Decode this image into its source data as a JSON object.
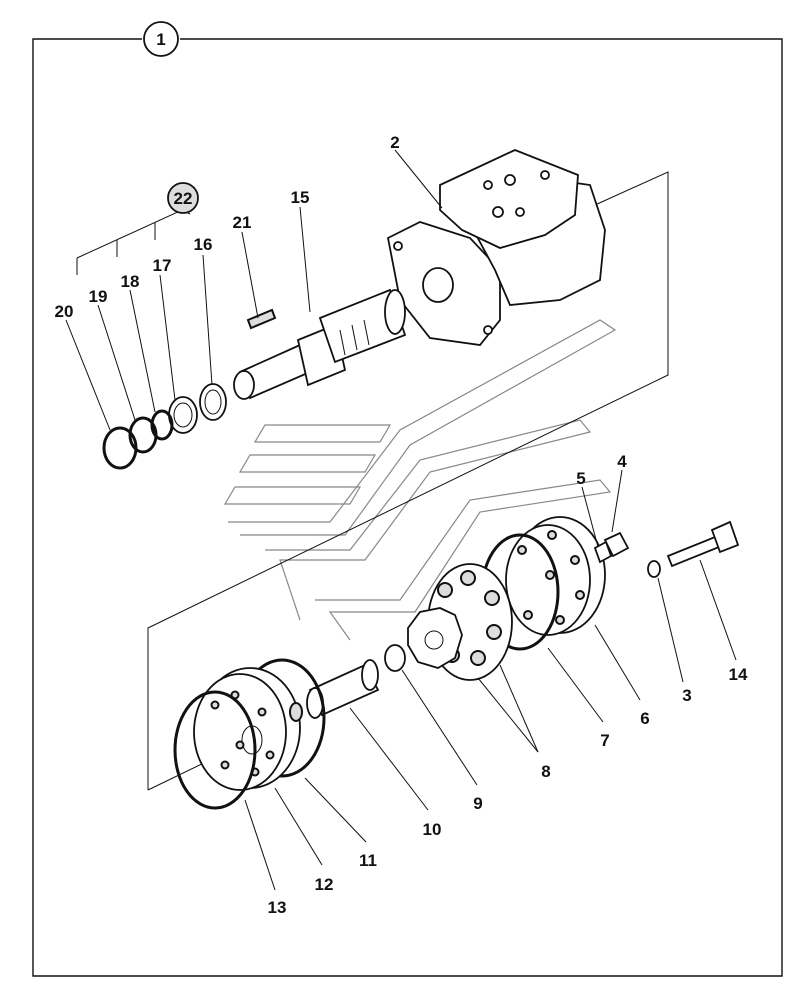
{
  "figure": {
    "badge": "1",
    "kit_badge": "22"
  },
  "callouts": {
    "c2": "2",
    "c3": "3",
    "c4": "4",
    "c5": "5",
    "c6": "6",
    "c7": "7",
    "c8": "8",
    "c9": "9",
    "c10": "10",
    "c11": "11",
    "c12": "12",
    "c13": "13",
    "c14": "14",
    "c15": "15",
    "c16": "16",
    "c17": "17",
    "c18": "18",
    "c19": "19",
    "c20": "20",
    "c21": "21"
  },
  "colors": {
    "ink": "#111111",
    "watermark": "#888888",
    "background": "#ffffff"
  }
}
